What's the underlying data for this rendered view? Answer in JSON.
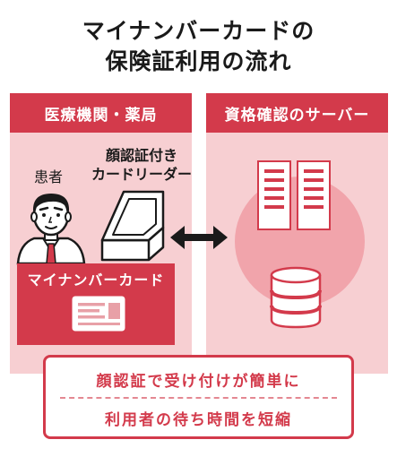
{
  "title": {
    "line1": "マイナンバーカードの",
    "line2": "保険証利用の流れ"
  },
  "left_panel": {
    "heading": "医療機関・薬局",
    "patient_label": "患者",
    "reader_label_line1": "顔認証付き",
    "reader_label_line2": "カードリーダー",
    "card_label": "マイナンバーカード"
  },
  "right_panel": {
    "heading": "資格確認のサーバー"
  },
  "benefits": {
    "line1": "顔認証で受け付けが簡単に",
    "line2": "利用者の待ち時間を短縮"
  },
  "colors": {
    "accent": "#d33a4b",
    "panel_bg": "#f7cfd2",
    "circle": "#f1a4ab"
  },
  "icons": [
    "patient-icon",
    "card-reader-icon",
    "id-card-icon",
    "bidirectional-arrow-icon",
    "server-rack-icon",
    "database-icon"
  ]
}
